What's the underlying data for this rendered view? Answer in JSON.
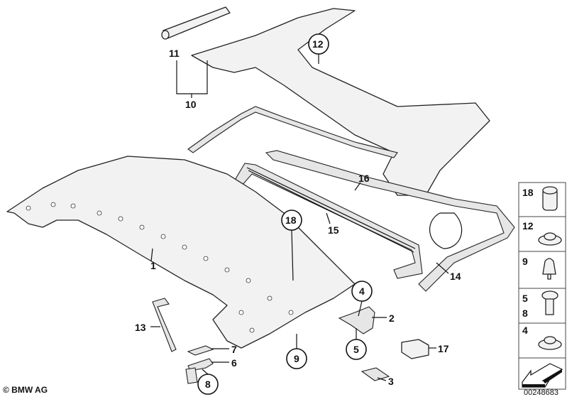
{
  "callouts": {
    "c1": "1",
    "c2": "2",
    "c3": "3",
    "c4": "4",
    "c5": "5",
    "c6": "6",
    "c7": "7",
    "c8": "8",
    "c9": "9",
    "c10": "10",
    "c11": "11",
    "c12": "12",
    "c13": "13",
    "c14": "14",
    "c15": "15",
    "c16": "16",
    "c17": "17",
    "c18": "18"
  },
  "legend_panel": {
    "items": [
      {
        "labels": "18",
        "icon": "sleeve-nut"
      },
      {
        "labels": "12",
        "icon": "hex-flange-nut"
      },
      {
        "labels": "9",
        "icon": "rubber-buffer"
      },
      {
        "labels": "5",
        "labels2": "8",
        "icon": "screw"
      },
      {
        "labels": "4",
        "icon": "hex-flange-nut"
      }
    ],
    "arrow_icon": "direction-arrow"
  },
  "footer": {
    "copyright": "© BMW AG",
    "diagram_number": "00248683"
  }
}
